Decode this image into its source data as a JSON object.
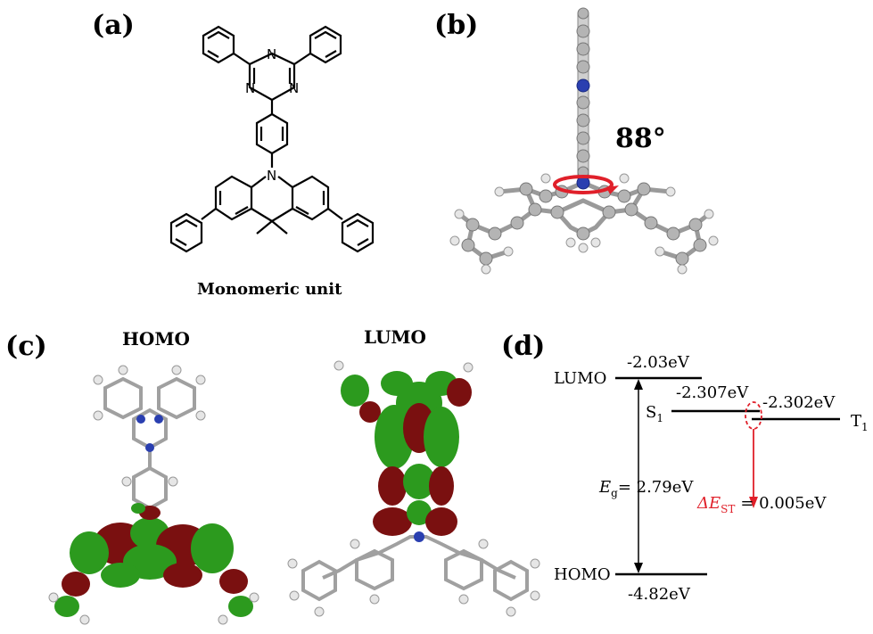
{
  "panels": {
    "a": {
      "label": "(a)",
      "caption": "Monomeric unit",
      "atom_n": "N"
    },
    "b": {
      "label": "(b)",
      "angle": "88°"
    },
    "c": {
      "label": "(c)",
      "homo_title": "HOMO",
      "lumo_title": "LUMO"
    },
    "d": {
      "label": "(d)",
      "lumo_label": "LUMO",
      "lumo_energy": "-2.03eV",
      "homo_label": "HOMO",
      "homo_energy": "-4.82eV",
      "s1_energy": "-2.307eV",
      "t1_energy": "-2.302eV",
      "s1_main": "S",
      "s1_sub": "1",
      "t1_main": "T",
      "t1_sub": "1",
      "gap_main": "E",
      "gap_sub": "g",
      "gap_value": "= 2.79eV",
      "dest_delta": "ΔE",
      "dest_sub": "ST",
      "dest_value": "= 0.005eV"
    }
  },
  "colors": {
    "carbon": "#b4b4b4",
    "hydrogen": "#e6e6e6",
    "nitrogen": "#2a3fb0",
    "orbital_green": "#2c9a1e",
    "orbital_red": "#7a1010",
    "accent_red": "#e0202a"
  }
}
